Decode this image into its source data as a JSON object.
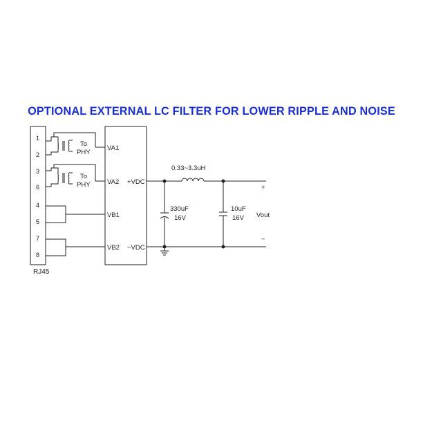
{
  "title": "OPTIONAL EXTERNAL LC FILTER FOR LOWER RIPPLE AND NOISE",
  "connector": {
    "name": "RJ45",
    "pins": [
      "1",
      "2",
      "3",
      "4",
      "5",
      "6",
      "7",
      "8"
    ]
  },
  "transformers": [
    {
      "label_line1": "To",
      "label_line2": "PHY"
    },
    {
      "label_line1": "To",
      "label_line2": "PHY"
    }
  ],
  "module": {
    "pins_left": [
      "VA1",
      "VA2",
      "VB1",
      "VB2"
    ],
    "pins_right": [
      "+VDC",
      "−VDC"
    ]
  },
  "filter": {
    "inductor": "0.33~3.3uH",
    "capacitors": [
      {
        "value": "330uF",
        "voltage": "16V",
        "type": "electrolytic"
      },
      {
        "value": "10uF",
        "voltage": "16V",
        "type": "ceramic"
      }
    ]
  },
  "output": {
    "label": "Vout",
    "plus": "+",
    "minus": "−"
  },
  "colors": {
    "title": "#1a2fd0",
    "line": "#222222"
  }
}
